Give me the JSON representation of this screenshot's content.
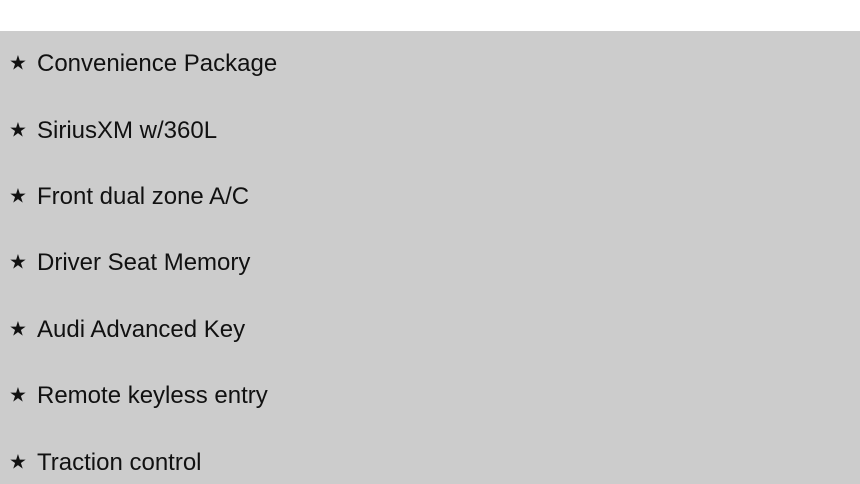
{
  "features": {
    "bullet_icon": "star-icon",
    "bullet_glyph": "★",
    "panel_color": "#cccccc",
    "items": [
      {
        "label": "Convenience Package"
      },
      {
        "label": "SiriusXM w/360L"
      },
      {
        "label": "Front dual zone A/C"
      },
      {
        "label": "Driver Seat Memory"
      },
      {
        "label": "Audi Advanced Key"
      },
      {
        "label": "Remote keyless entry"
      },
      {
        "label": "Traction control"
      }
    ]
  }
}
